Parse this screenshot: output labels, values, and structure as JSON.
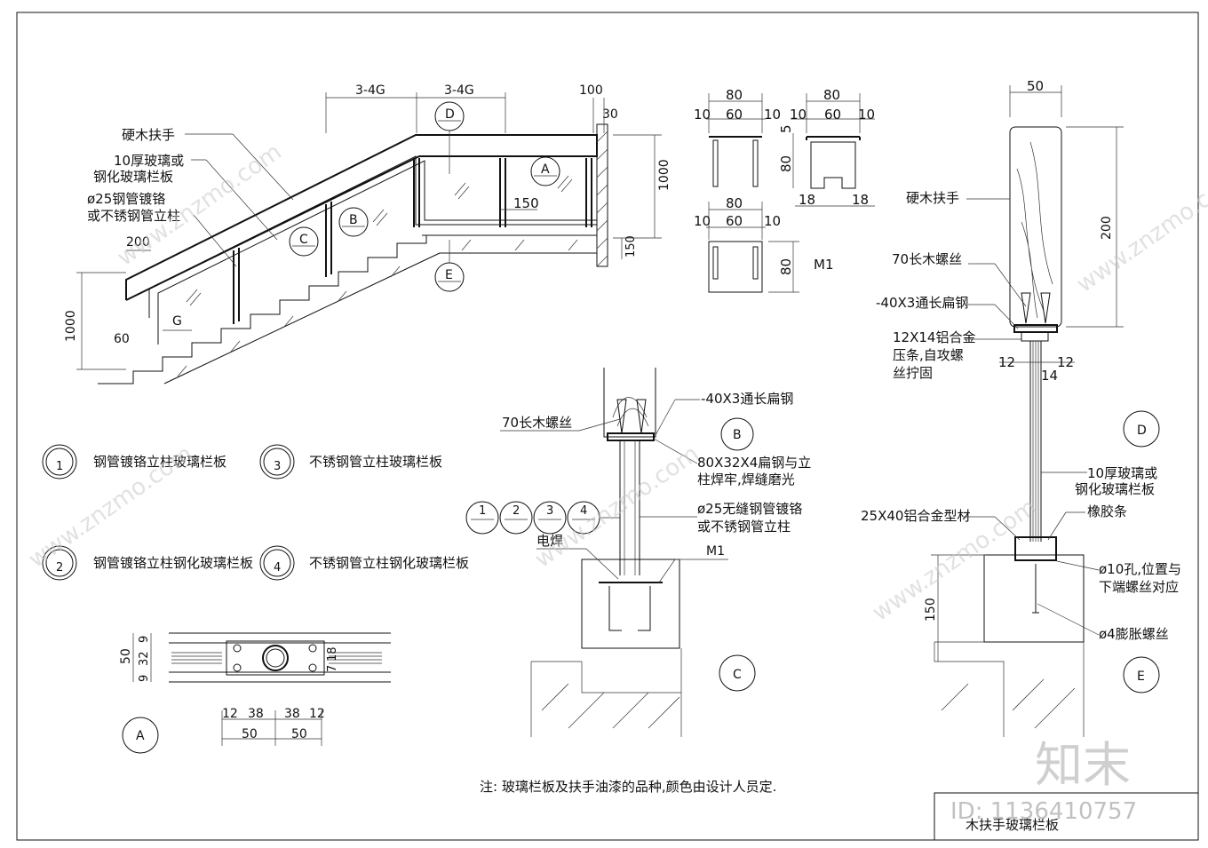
{
  "stair": {
    "dim_top_left": "3-4G",
    "dim_top_right": "3-4G",
    "dim_100": "100",
    "dim_30": "30",
    "dim_1000_right": "1000",
    "dim_150_right": "150",
    "dim_150_mid": "150",
    "dim_200": "200",
    "dim_1000_left": "1000",
    "dim_60": "60",
    "dim_G": "G",
    "label_handrail": "硬木扶手",
    "label_glass_1": "10厚玻璃或",
    "label_glass_2": "钢化玻璃栏板",
    "label_post_1": "ø25钢管镀铬",
    "label_post_2": "或不锈钢管立柱",
    "tag_A": "A",
    "tag_B": "B",
    "tag_C": "C",
    "tag_D": "D",
    "tag_E": "E"
  },
  "legend": [
    {
      "num": "1",
      "text": "钢管镀铬立柱玻璃栏板"
    },
    {
      "num": "2",
      "text": "钢管镀铬立柱钢化玻璃栏板"
    },
    {
      "num": "3",
      "text": "不锈钢管立柱玻璃栏板"
    },
    {
      "num": "4",
      "text": "不锈钢管立柱钢化玻璃栏板"
    }
  ],
  "plates": {
    "top_w": "80",
    "top_parts": [
      "10",
      "60",
      "10"
    ],
    "mid_w": "80",
    "mid_parts": [
      "10",
      "60",
      "10"
    ],
    "mid_h": "80",
    "m1_label": "M1",
    "right_w": "80",
    "right_parts": [
      "10",
      "60",
      "10"
    ],
    "right_h_top": "5",
    "right_h": "80",
    "right_bottom": [
      "18",
      "18"
    ]
  },
  "detail_A": {
    "tag": "A",
    "dims_v": [
      "9",
      "32",
      "9"
    ],
    "dim_50": "50",
    "dim_18": "18",
    "dim_7": "7",
    "dims_h1": [
      "12",
      "38",
      "38",
      "12"
    ],
    "dims_h2": [
      "50",
      "50"
    ]
  },
  "detail_C": {
    "tag_B": "B",
    "tag_C": "C",
    "label_flat": "-40X3通长扁钢",
    "label_screw": "70长木螺丝",
    "label_plate_1": "80X32X4扁钢与立",
    "label_plate_2": "柱焊牢,焊缝磨光",
    "label_pipe_1": "ø25无缝钢管镀铬",
    "label_pipe_2": "或不锈钢管立柱",
    "label_weld": "电焊",
    "label_m1": "M1",
    "nums": [
      "1",
      "2",
      "3",
      "4"
    ]
  },
  "detail_D": {
    "dim_50": "50",
    "dim_200": "200",
    "label_handrail": "硬木扶手",
    "label_screw": "70长木螺丝",
    "label_flat": "-40X3通长扁钢",
    "label_alum_1": "12X14铝合金",
    "label_alum_2": "压条,自攻螺",
    "label_alum_3": "丝拧固",
    "dims_12": [
      "12",
      "12"
    ],
    "dim_14": "14",
    "tag_D": "D",
    "label_glass_1": "10厚玻璃或",
    "label_glass_2": "钢化玻璃栏板",
    "label_profile": "25X40铝合金型材",
    "label_rubber": "橡胶条",
    "label_hole_1": "ø10孔,位置与",
    "label_hole_2": "下端螺丝对应",
    "label_bolt": "ø4膨胀螺丝",
    "dim_150": "150",
    "tag_E": "E"
  },
  "note": "注: 玻璃栏板及扶手油漆的品种,颜色由设计人员定.",
  "title_block": "木扶手玻璃栏板",
  "watermark": {
    "logo": "知末",
    "id": "ID: 1136410757",
    "text": "www.znzmo.com"
  }
}
